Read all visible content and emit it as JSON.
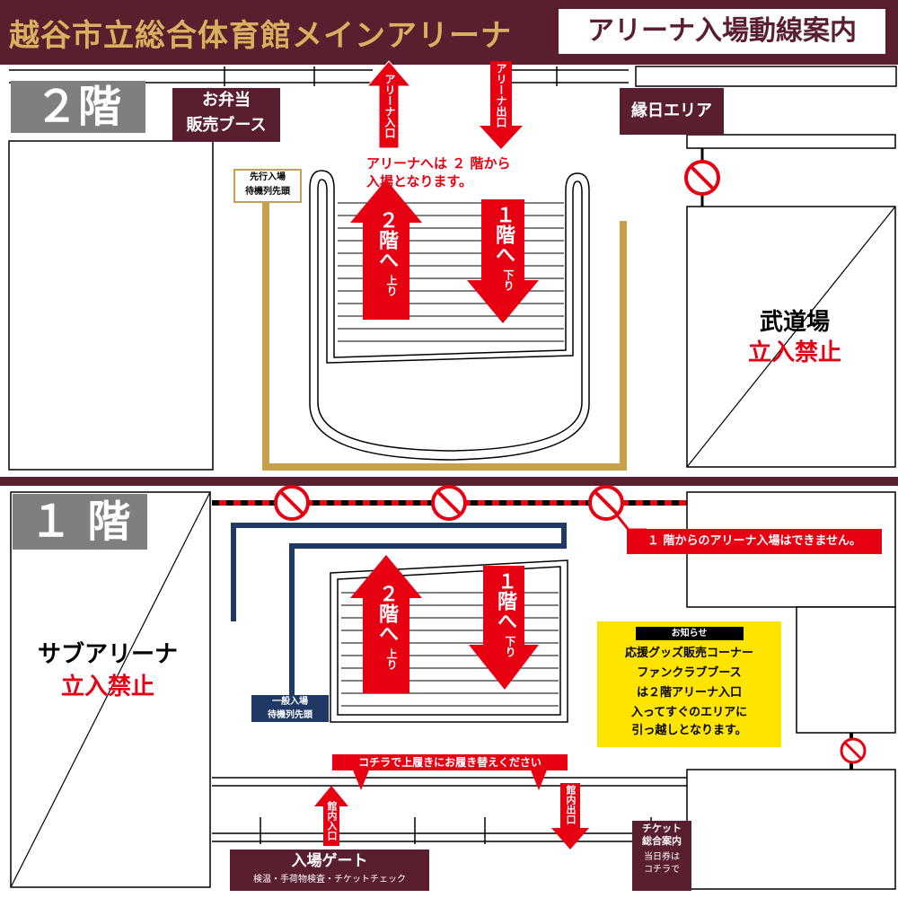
{
  "header": {
    "title": "越谷市立総合体育館メインアリーナ",
    "subtitle": "アリーナ入場動線案内"
  },
  "floor2": {
    "badge": "２階",
    "bento_booth": [
      "お弁当",
      "販売ブース"
    ],
    "ennichi_area": "縁日エリア",
    "arena_entrance": "アリーナ入口",
    "arena_exit": "アリーナ出口",
    "entry_note": [
      "アリーナへは ２ 階から",
      "入場となります。"
    ],
    "priority_queue": [
      "先行入場",
      "待機列先頭"
    ],
    "stair_up": {
      "main": "２階へ",
      "sub": "上り"
    },
    "stair_down": {
      "main": "１階へ",
      "sub": "下り"
    },
    "budojo": {
      "name": "武道場",
      "status": "立入禁止"
    }
  },
  "floor1": {
    "badge": "１ 階",
    "sub_arena": {
      "name": "サブアリーナ",
      "status": "立入禁止"
    },
    "no_entry_note": "１ 階からのアリーナ入場はできません。",
    "general_queue": [
      "一般入場",
      "待機列先頭"
    ],
    "stair_up": {
      "main": "２階へ",
      "sub": "上り"
    },
    "stair_down": {
      "main": "１階へ",
      "sub": "下り"
    },
    "notice": {
      "heading": "お知らせ",
      "lines": [
        "応援グッズ販売コーナー",
        "ファンクラブブース",
        "は２階アリーナ入口",
        "入ってすぐのエリアに",
        "引っ越しとなります。"
      ]
    },
    "shoe_change": "コチラで上履きにお履き替えください",
    "hall_entrance": "館内入口",
    "hall_exit": "館内出口",
    "entry_gate": {
      "title": "入場ゲート",
      "detail": "検温・手荷物検査・チケットチェック"
    },
    "ticket_info": {
      "title": [
        "チケット",
        "総合案内"
      ],
      "detail": [
        "当日券は",
        "コチラで"
      ]
    }
  },
  "colors": {
    "maroon": "#5a1f2e",
    "gold": "#d7b160",
    "red": "#e60012",
    "navy": "#1f3864",
    "yellow": "#ffe400"
  },
  "icons": [
    "no-entry-icon",
    "up-arrow-icon",
    "down-arrow-icon"
  ]
}
